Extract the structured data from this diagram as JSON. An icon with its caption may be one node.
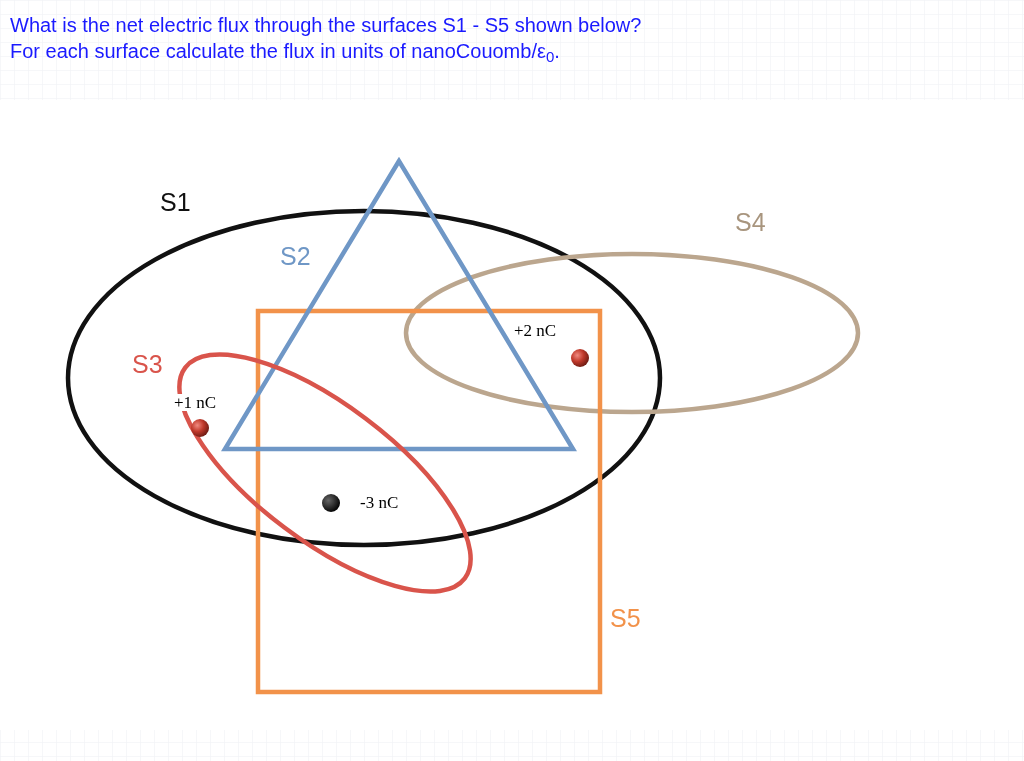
{
  "diagram": {
    "labels": [
      "What is the net electric flux through the surfaces S1 - S5 shown below?",
      "For each surface calculate the flux in units of nanoCouomb/ε$_{0}$.",
      "S1",
      "S4",
      "S2",
      "+2 nC",
      "S3",
      "+1 nC",
      "-3 nC",
      "S5"
    ]
  }
}
